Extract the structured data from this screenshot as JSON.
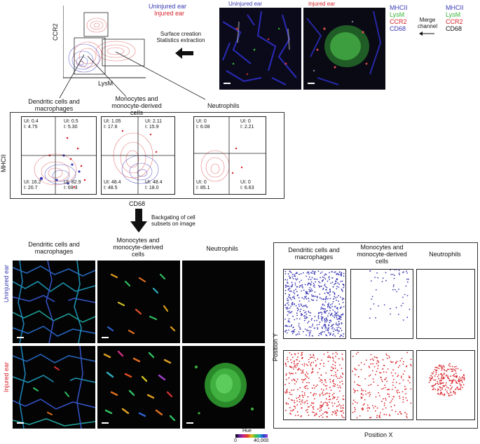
{
  "legend_top": {
    "uninjured": "Uninjured ear",
    "injured": "Injured ear"
  },
  "gating": {
    "ylabel": "CCR2",
    "xlabel": "LysM"
  },
  "arrow_text": {
    "line1": "Surface creation",
    "line2": "Statistics extraction"
  },
  "micrographs": {
    "uninjured": "Uninjured ear",
    "injured": "Injured ear"
  },
  "channels_left": [
    "MHCII",
    "LysM",
    "CCR2",
    "CD68"
  ],
  "channels_right": [
    "MHCII",
    "LysM",
    "CCR2",
    "CD68"
  ],
  "merge": {
    "line1": "Merge",
    "line2": "channel"
  },
  "subsets": {
    "dc": {
      "l1": "Dendritic cells and",
      "l2": "macrophages"
    },
    "mono": {
      "l1": "Monocytes and",
      "l2": "monocyte-derived",
      "l3": "cells"
    },
    "neut": {
      "l1": "Neutrophils"
    }
  },
  "quad_axes": {
    "ylabel": "MHCII",
    "xlabel": "CD68"
  },
  "quadrants": {
    "dc": {
      "tl_ui": "UI: 0.4",
      "tl_i": "I:   4.75",
      "tr_ui": "UI: 0.5",
      "tr_i": "I:   5.30",
      "bl_ui": "UI: 16.2",
      "bl_i": "I:   20.7",
      "br_ui": "UI: 82.9",
      "br_i": "I:   69.3"
    },
    "mono": {
      "tl_ui": "UI: 1.05",
      "tl_i": "I:   17.6",
      "tr_ui": "UI: 2.11",
      "tr_i": "I:   15.9",
      "bl_ui": "UI: 48.4",
      "bl_i": "I:   48.5",
      "br_ui": "UI: 48.4",
      "br_i": "I:   18.0"
    },
    "neut": {
      "tl_ui": "UI: 0",
      "tl_i": "I:   6.08",
      "tr_ui": "UI: 0",
      "tr_i": "I:   2.21",
      "bl_ui": "UI: 0",
      "bl_i": "I:   85.1",
      "br_ui": "UI: 0",
      "br_i": "I:   6.63"
    }
  },
  "backgate": {
    "line1": "Backgating of cell",
    "line2": "subsets on image"
  },
  "row_labels": {
    "uninjured": "Uninjured ear",
    "injured": "Injured ear"
  },
  "hue": {
    "title": "Hue",
    "min": "0",
    "max": "40,000"
  },
  "position": {
    "xlabel": "Position X",
    "ylabel": "Position Y"
  },
  "colors": {
    "blue": "#3a3ab4",
    "red": "#d8232a",
    "green": "#3cb43c",
    "contour_red": "#e87a7a",
    "contour_blue": "#6a6ad0"
  }
}
